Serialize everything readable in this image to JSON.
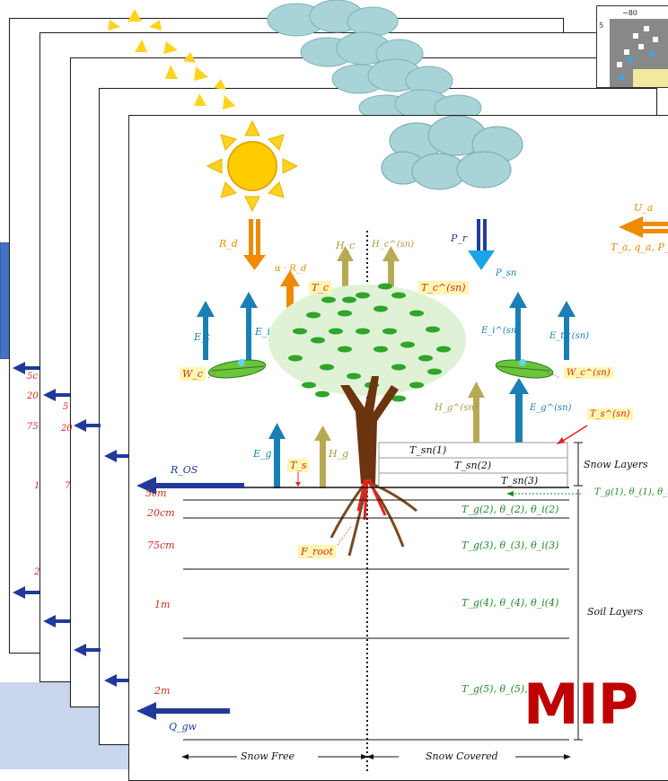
{
  "labels": {
    "Rd": "R_d",
    "alphaRd": "α · R_d",
    "Tc": "T_c",
    "Tc_sn": "T_c^(sn)",
    "Hc": "H_c",
    "Hc_sn": "H_c^(sn)",
    "Pr": "P_r",
    "Psn": "P_sn",
    "Ua": "U_a",
    "forcing": "T_a, q_a, P_",
    "Et": "E_t",
    "Ei": "E_i",
    "Ei_sn": "E_i^(sn)",
    "Et_sn": "E_t^(sn)",
    "Wc": "W_c",
    "Wc_sn": "W_c^(sn)",
    "Hg_sn": "H_g^(sn)",
    "Eg_sn": "E_g^(sn)",
    "Ts_sn": "T_s^(sn)",
    "Eg": "E_g",
    "Hg": "H_g",
    "Ts": "T_s",
    "Ros": "R_OS",
    "Tsn1": "T_sn(1)",
    "Tsn2": "T_sn(2)",
    "Tsn3": "T_sn(3)",
    "snowLayers": "Snow Layers",
    "soilLayers": "Soil Layers",
    "layer1": "T_g(1), θ_(1), θ_i(",
    "layer2": "T_g(2), θ_(2), θ_i(2)",
    "layer3": "T_g(3), θ_(3), θ_i(3)",
    "layer4": "T_g(4), θ_(4), θ_i(4)",
    "layer5": "T_g(5), θ_(5), θ_",
    "d5cm": "5cm",
    "d20cm": "20cm",
    "d75cm": "75cm",
    "d1m": "1m",
    "d2m": "2m",
    "Froot": "F_root",
    "Qgw": "Q_gw",
    "snowFree": "Snow Free",
    "snowCovered": "Snow Covered"
  },
  "stubs": {
    "s1a": "5c",
    "s1b": "20",
    "s1c": "75",
    "s1d": "1",
    "s1e": "2",
    "s2a": "5",
    "s2b": "20",
    "s2c": "7"
  },
  "thumb": {
    "tick_top": "−80",
    "tick_left": "5"
  },
  "stamp": "MIP"
}
